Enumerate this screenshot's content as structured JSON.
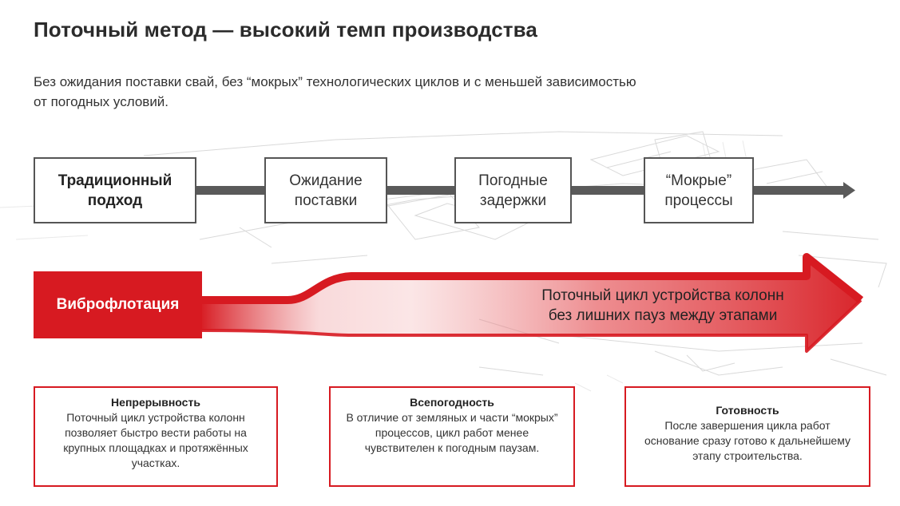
{
  "header": {
    "title": "Поточный метод — высокий темп производства",
    "subtitle": "Без ожидания поставки свай, без “мокрых” технологических циклов и с меньшей зависимостью от погодных условий."
  },
  "traditional_flow": {
    "steps": [
      {
        "label_line1": "Традиционный",
        "label_line2": "подход"
      },
      {
        "label_line1": "Ожидание",
        "label_line2": "поставки"
      },
      {
        "label_line1": "Погодные",
        "label_line2": "задержки"
      },
      {
        "label_line1": "“Мокрые”",
        "label_line2": "процессы"
      }
    ]
  },
  "vibro_flow": {
    "label": "Виброфлотация",
    "arrow_text_line1": "Поточный цикл устройства колонн",
    "arrow_text_line2": "без лишних пауз между этапами"
  },
  "cards": [
    {
      "title": "Непрерывность",
      "body": "Поточный цикл устройства колонн позволяет быстро вести работы на крупных площадках и протяжённых участках."
    },
    {
      "title": "Всепогодность",
      "body": "В отличие от земляных и части “мокрых” процессов, цикл работ менее чувствителен к погодным паузам."
    },
    {
      "title": "Готовность",
      "body": "После завершения цикла работ основание сразу готово к дальнейшему этапу строительства."
    }
  ],
  "colors": {
    "accent_red": "#d71a21",
    "box_border": "#555555",
    "connector_gray": "#5a5a5a"
  }
}
